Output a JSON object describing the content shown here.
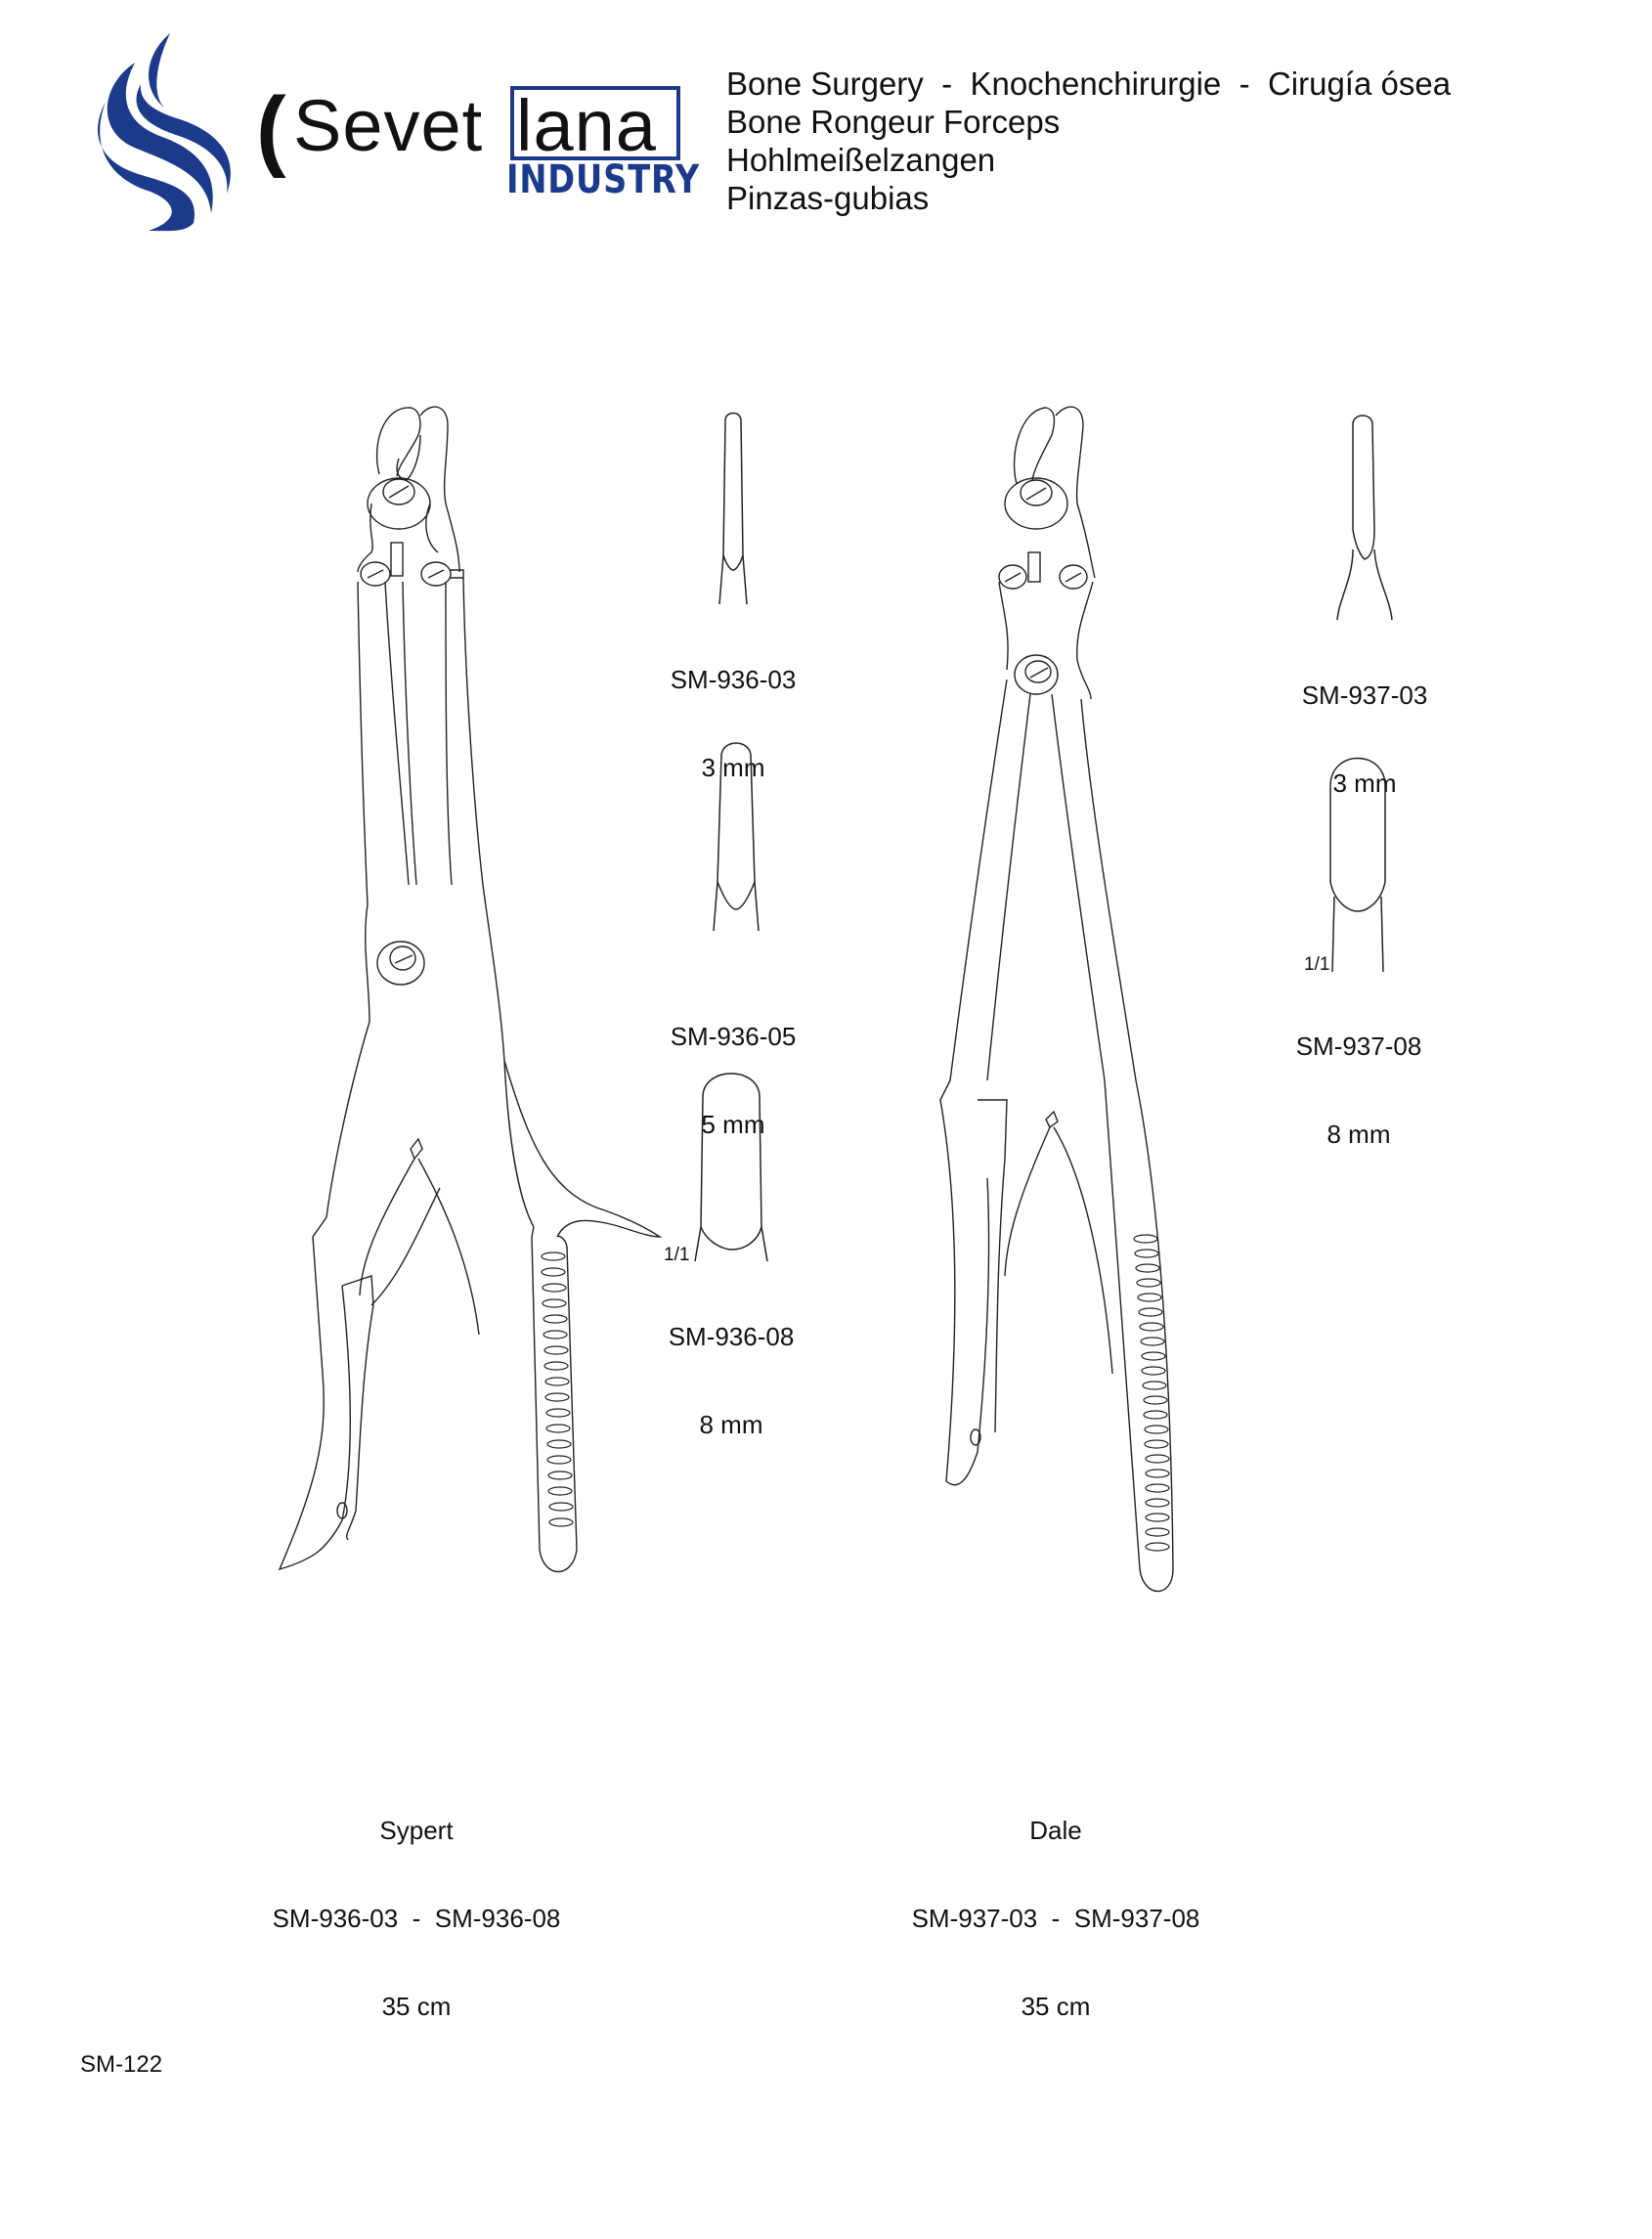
{
  "brand": {
    "name_part1": "Sevet",
    "name_part2": "lana",
    "paren": "(",
    "subtitle": "INDUSTRY",
    "logo_icon": "flame-s-logo-icon",
    "colors": {
      "brand_blue": "#1b3a8c",
      "text": "#111111"
    }
  },
  "header": {
    "lines": [
      "Bone Surgery  -  Knochenchirurgie  -  Cirugía ósea",
      "Bone Rongeur Forceps",
      "Hohlmeißelzangen",
      "Pinzas-gubias"
    ]
  },
  "products": [
    {
      "name": "Sypert",
      "range": "SM-936-03  -  SM-936-08",
      "length": "35 cm",
      "tips": [
        {
          "code": "SM-936-03",
          "size": "3 mm"
        },
        {
          "code": "SM-936-05",
          "size": "5 mm"
        },
        {
          "code": "SM-936-08",
          "size": "8 mm",
          "scale": "1/1"
        }
      ]
    },
    {
      "name": "Dale",
      "range": "SM-937-03  -  SM-937-08",
      "length": "35 cm",
      "tips": [
        {
          "code": "SM-937-03",
          "size": "3 mm"
        },
        {
          "code": "SM-937-08",
          "size": "8 mm",
          "scale": "1/1"
        }
      ]
    }
  ],
  "footer": {
    "page_code": "SM-122"
  }
}
